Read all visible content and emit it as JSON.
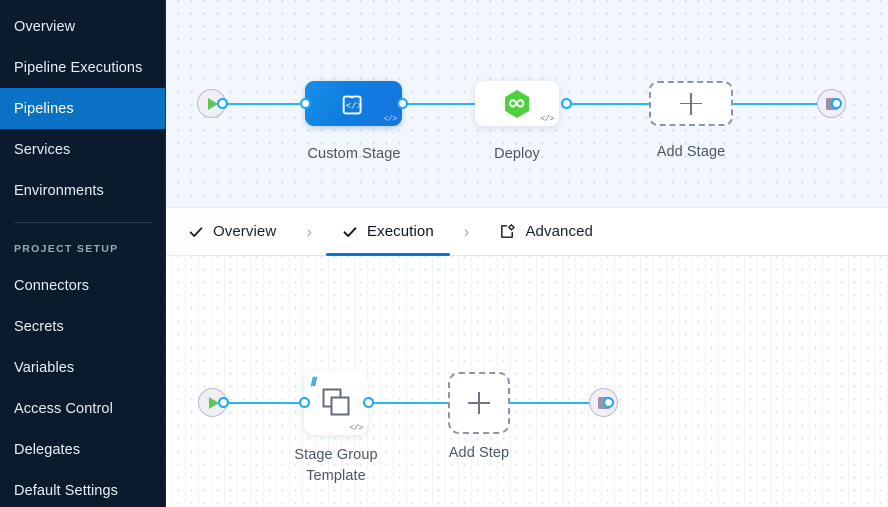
{
  "sidebar": {
    "items": [
      {
        "label": "Overview",
        "name": "overview",
        "active": false
      },
      {
        "label": "Pipeline Executions",
        "name": "pipeline-executions",
        "active": false
      },
      {
        "label": "Pipelines",
        "name": "pipelines",
        "active": true
      },
      {
        "label": "Services",
        "name": "services",
        "active": false
      },
      {
        "label": "Environments",
        "name": "environments",
        "active": false
      }
    ],
    "section_label": "PROJECT SETUP",
    "setup_items": [
      {
        "label": "Connectors",
        "name": "connectors"
      },
      {
        "label": "Secrets",
        "name": "secrets"
      },
      {
        "label": "Variables",
        "name": "variables"
      },
      {
        "label": "Access Control",
        "name": "access-control"
      },
      {
        "label": "Delegates",
        "name": "delegates"
      },
      {
        "label": "Default Settings",
        "name": "default-settings"
      }
    ],
    "active_color": "#0a72c4",
    "background": "#0b1a2c"
  },
  "tabs": {
    "items": [
      {
        "label": "Overview",
        "icon": "check-icon",
        "active": false
      },
      {
        "label": "Execution",
        "icon": "check-icon",
        "active": true
      },
      {
        "label": "Advanced",
        "icon": "advanced-gear-box-icon",
        "active": false
      }
    ],
    "separator": "›",
    "active_underline_color": "#0278d5"
  },
  "stage_canvas": {
    "start_node": {
      "icon": "play-icon",
      "label": ""
    },
    "nodes": [
      {
        "label": "Custom Stage",
        "icon": "custom-stage-code-icon",
        "type": "stage",
        "badge": "</>"
      },
      {
        "label": "Deploy",
        "icon": "harness-deploy-hex-icon",
        "type": "stage",
        "badge": "</>"
      },
      {
        "label": "Add Stage",
        "icon": "plus-icon",
        "type": "add"
      }
    ],
    "end_node": {
      "icon": "stop-icon"
    },
    "connector_color": "#29b6f6"
  },
  "step_canvas": {
    "start_node": {
      "icon": "play-icon"
    },
    "nodes": [
      {
        "label": "Stage Group\nTemplate",
        "icon": "template-stack-icon",
        "type": "step",
        "badge": "</>",
        "template_badge": "|||"
      },
      {
        "label": "Add Step",
        "icon": "plus-icon",
        "type": "add"
      }
    ],
    "end_node": {
      "icon": "stop-icon"
    }
  }
}
